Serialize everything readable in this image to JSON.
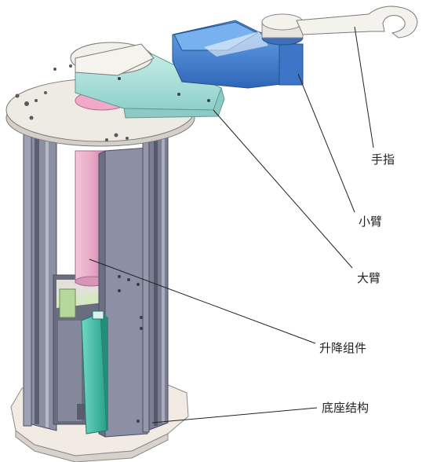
{
  "labels": {
    "finger": "手指",
    "forearm": "小臂",
    "upper_arm": "大臂",
    "lift_assembly": "升降组件",
    "base_structure": "底座结构"
  },
  "colors": {
    "top_plate": "#eeeae4",
    "frame_gray": "#7d7f94",
    "frame_dark": "#4c4e60",
    "lift_pink": "#e8a6c6",
    "big_arm_cyan": "#a9e0db",
    "small_arm_blue": "#4a86d4",
    "gripper_green": "#3fbca5",
    "base_plate": "#f1ebe4",
    "callout_line": "#222222"
  }
}
